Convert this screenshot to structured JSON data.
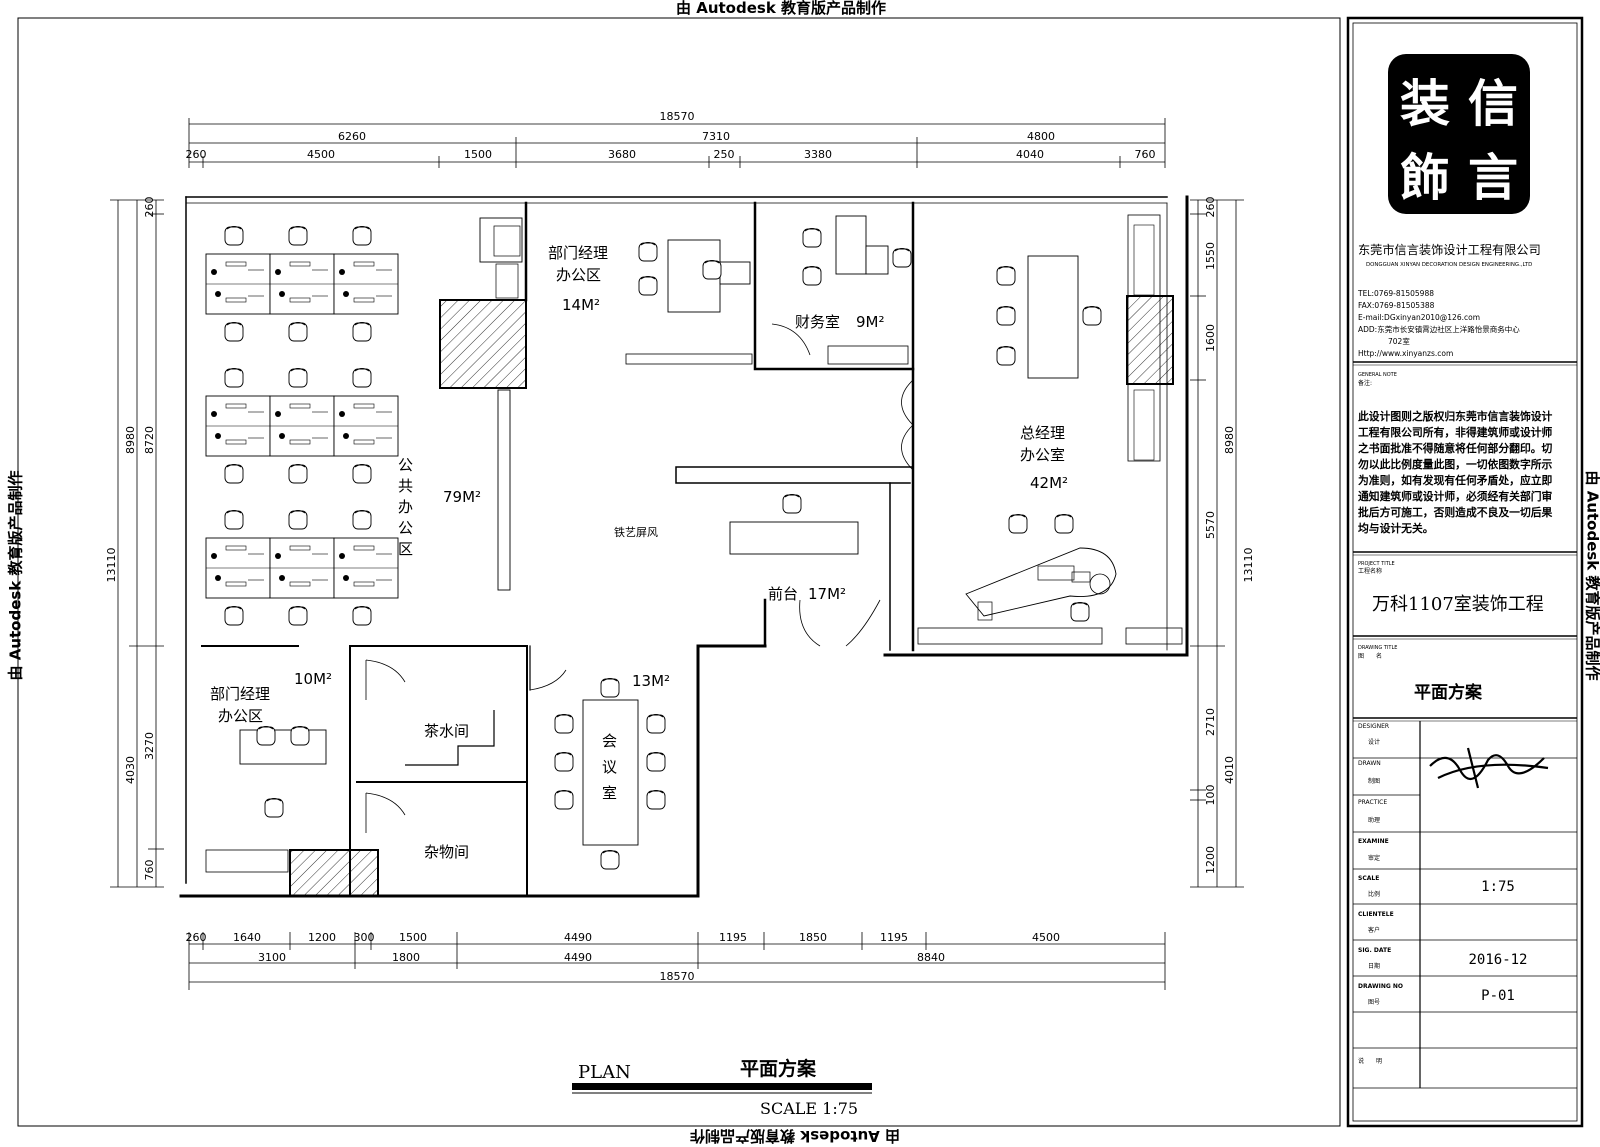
{
  "watermark": "由 Autodesk 教育版产品制作",
  "plan": {
    "dims_top": {
      "total": "18570",
      "mid": [
        "6260",
        "7310",
        "4800"
      ],
      "inner": [
        "260",
        "4500",
        "1500",
        "3680",
        "250",
        "3380",
        "4040",
        "760"
      ]
    },
    "dims_bottom": {
      "top_row": [
        "260",
        "1640",
        "1200",
        "300",
        "1500",
        "4490",
        "1195",
        "1850",
        "1195",
        "4500"
      ],
      "second_row": [
        "3100",
        "1800",
        "4490",
        "8840"
      ],
      "total": "18570"
    },
    "dims_left": {
      "total": "13110",
      "mid": [
        "8980",
        "4030"
      ],
      "inner": [
        "260",
        "8720",
        "3270",
        "760"
      ]
    },
    "dims_right": {
      "total": "13110",
      "mid": [
        "8980",
        "4010"
      ],
      "inner": [
        "260",
        "1550",
        "1600",
        "5570",
        "2710",
        "100",
        "1200"
      ]
    },
    "rooms": {
      "mgr14_a": "部门经理",
      "mgr14_b": "办公区",
      "mgr14_area": "14M²",
      "finance": "财务室",
      "finance_area": "9M²",
      "gm_a": "总经理",
      "gm_b": "办公室",
      "gm_area": "42M²",
      "public_1": "公",
      "public_2": "共",
      "public_3": "办",
      "public_4": "公",
      "public_5": "区",
      "public_area": "79M²",
      "screen": "铁艺屏风",
      "reception": "前台",
      "reception_area": "17M²",
      "mgr10_a": "部门经理",
      "mgr10_b": "办公区",
      "mgr10_area": "10M²",
      "tea": "茶水间",
      "storage": "杂物间",
      "meeting_1": "会",
      "meeting_2": "议",
      "meeting_3": "室",
      "meeting_area": "13M²"
    },
    "caption": {
      "plan_en": "PLAN",
      "plan_cn": "平面方案",
      "scale": "SCALE 1:75"
    }
  },
  "titleblock": {
    "logo": [
      "装",
      "信",
      "飾",
      "言"
    ],
    "company_cn": "东莞市信言装饰设计工程有限公司",
    "company_en": "DONGGUAN XINYAN DECORATION DESIGN ENGINEERING.,LTD",
    "tel": "TEL:0769-81505988",
    "fax": "FAX:0769-81505388",
    "email": "E-mail:DGxinyan2010@126.com",
    "addr1": "ADD:东莞市长安镇霄边社区上洋路怡景商务中心",
    "addr2": "702室",
    "web": "Http://www.xinyanzs.com",
    "general_note_en": "GENERAL NOTE",
    "general_note_cn": "备注:",
    "note_lines": [
      "此设计图则之版权归东莞市信言装饰设计",
      "工程有限公司所有，非得建筑师或设计师",
      "之书面批准不得随意将任何部分翻印。切",
      "勿以此比例度量此图，一切依图数字所示",
      "为准则，如有发现有任何矛盾处，应立即",
      "通知建筑师或设计师，必须经有关部门审",
      "批后方可施工，否则造成不良及一切后果",
      "均与设计无关。"
    ],
    "project_title_en": "PROJECT TITLE",
    "project_title_cn": "工程名称",
    "project": "万科1107室装饰工程",
    "drawing_title_en": "DRAWING TITLE",
    "drawing_title_cn": "图　　名",
    "drawing": "平面方案",
    "designer_en": "DESIGNER",
    "designer_cn": "设计",
    "drawn_en": "DRAWN",
    "drawn_cn": "制图",
    "practice_en": "PRACTICE",
    "practice_cn": "助理",
    "examine_en": "EXAMINE",
    "examine_cn": "审定",
    "scale_en": "SCALE",
    "scale_cn": "比例",
    "scale_val": "1:75",
    "client_en": "CLIENTELE",
    "client_cn": "客户",
    "date_en": "SIG. DATE",
    "date_cn": "日期",
    "date_val": "2016-12",
    "no_en": "DRAWING NO",
    "no_cn": "图号",
    "no_val": "P-01",
    "remark_cn": "说　　明"
  }
}
